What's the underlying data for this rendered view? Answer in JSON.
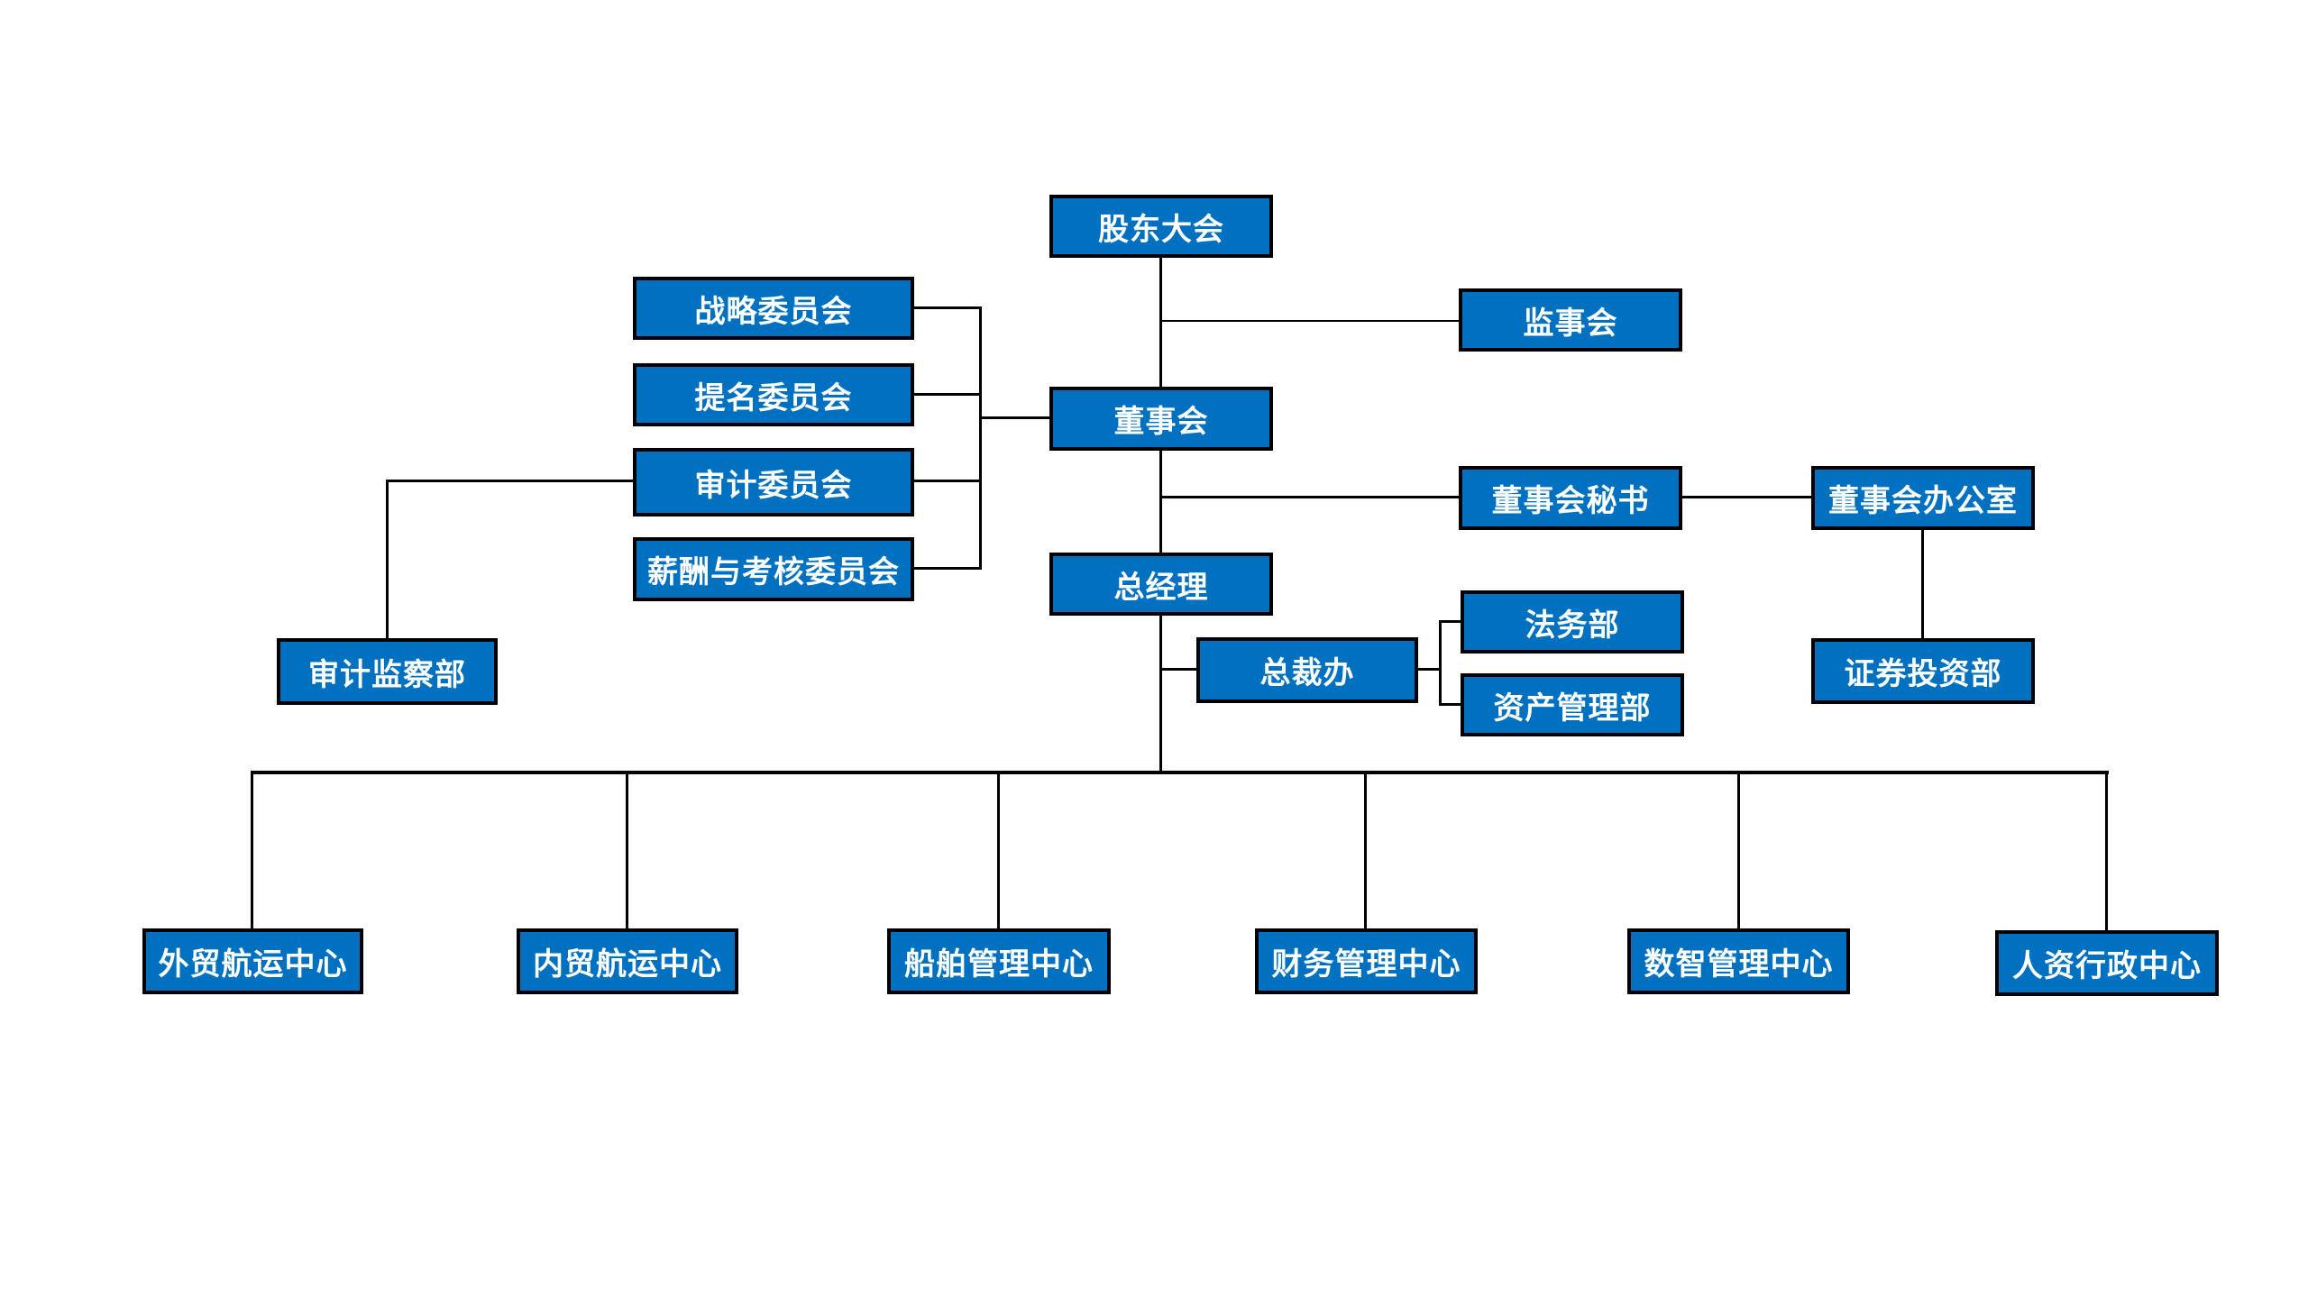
{
  "diagram": {
    "kind": "organization-chart",
    "theme": {
      "canvas_bg": "#ffffff",
      "node_fill": "#0070C0",
      "node_border": "#000000",
      "node_text": "#ffffff",
      "line_color": "#000000"
    },
    "nodes": {
      "shareholders_meeting": {
        "label": "股东大会"
      },
      "supervisory_board": {
        "label": "监事会"
      },
      "strategy_committee": {
        "label": "战略委员会"
      },
      "nomination_committee": {
        "label": "提名委员会"
      },
      "audit_committee": {
        "label": "审计委员会"
      },
      "remuneration_appraisal_committee": {
        "label": "薪酬与考核委员会"
      },
      "board_of_directors": {
        "label": "董事会"
      },
      "board_secretary": {
        "label": "董事会秘书"
      },
      "board_office": {
        "label": "董事会办公室"
      },
      "audit_supervision_dept": {
        "label": "审计监察部"
      },
      "general_manager": {
        "label": "总经理"
      },
      "president_office": {
        "label": "总裁办"
      },
      "legal_dept": {
        "label": "法务部"
      },
      "asset_management_dept": {
        "label": "资产管理部"
      },
      "securities_investment_dept": {
        "label": "证券投资部"
      },
      "foreign_trade_shipping_center": {
        "label": "外贸航运中心"
      },
      "domestic_trade_shipping_center": {
        "label": "内贸航运中心"
      },
      "ship_management_center": {
        "label": "船舶管理中心"
      },
      "finance_management_center": {
        "label": "财务管理中心"
      },
      "digital_intelligence_management_center": {
        "label": "数智管理中心"
      },
      "hr_admin_center": {
        "label": "人资行政中心"
      }
    },
    "relationships": [
      {
        "from": "股东大会",
        "to": "董事会"
      },
      {
        "from": "股东大会",
        "to": "监事会"
      },
      {
        "from": "董事会",
        "to": "战略委员会"
      },
      {
        "from": "董事会",
        "to": "提名委员会"
      },
      {
        "from": "董事会",
        "to": "审计委员会"
      },
      {
        "from": "董事会",
        "to": "薪酬与考核委员会"
      },
      {
        "from": "审计委员会",
        "to": "审计监察部"
      },
      {
        "from": "董事会",
        "to": "董事会秘书"
      },
      {
        "from": "董事会秘书",
        "to": "董事会办公室"
      },
      {
        "from": "董事会办公室",
        "to": "证券投资部"
      },
      {
        "from": "董事会",
        "to": "总经理"
      },
      {
        "from": "总经理",
        "to": "总裁办"
      },
      {
        "from": "总裁办",
        "to": "法务部"
      },
      {
        "from": "总裁办",
        "to": "资产管理部"
      },
      {
        "from": "总经理",
        "to": "外贸航运中心"
      },
      {
        "from": "总经理",
        "to": "内贸航运中心"
      },
      {
        "from": "总经理",
        "to": "船舶管理中心"
      },
      {
        "from": "总经理",
        "to": "财务管理中心"
      },
      {
        "from": "总经理",
        "to": "数智管理中心"
      },
      {
        "from": "总经理",
        "to": "人资行政中心"
      }
    ]
  }
}
